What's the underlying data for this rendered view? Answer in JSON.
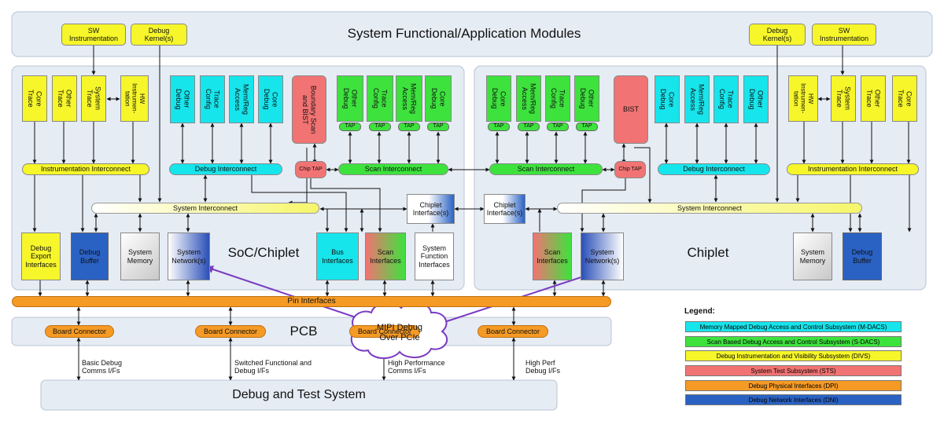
{
  "top": {
    "system_modules": "System Functional/Application Modules",
    "sw_instrumentation_left": "SW\nInstrumentation",
    "debug_kernel_left": "Debug\nKernel(s)",
    "debug_kernel_right": "Debug\nKernel(s)",
    "sw_instrumentation_right": "SW\nInstrumentation"
  },
  "soc": {
    "label": "SoC/Chiplet",
    "core_trace": "Core\nTrace",
    "other_trace": "Other\nTrace",
    "system_trace": "System\nTrace",
    "hw_instrumentation": "HW\nInstrumen-\ntation",
    "other_debug": "Other\nDebug",
    "trace_config": "Trace\nConfig",
    "mem_reg_access": "Mem/Reg\nAccess",
    "core_debug": "Core\nDebug",
    "boundary_scan": "Boundary Scan\nand BIST",
    "s_other_debug": "Other\nDebug",
    "s_trace_config": "Trace\nConfig",
    "s_mem_reg_access": "Mem/Reg\nAccess",
    "s_core_debug": "Core\nDebug",
    "tap": "TAP",
    "instrumentation_interconnect": "Instrumentation Interconnect",
    "debug_interconnect": "Debug Interconnect",
    "chip_tap": "Chip TAP",
    "scan_interconnect": "Scan Interconnect",
    "system_interconnect": "System Interconnect",
    "chiplet_interfaces": "Chiplet\nInterface(s)",
    "debug_export": "Debug\nExport\nInterfaces",
    "debug_buffer": "Debug\nBuffer",
    "system_memory": "System\nMemory",
    "system_network": "System\nNetwork(s)",
    "bus_interfaces": "Bus\nInterfaces",
    "scan_interfaces": "Scan\nInterfaces",
    "system_function_interfaces": "System\nFunction\nInterfaces"
  },
  "chiplet": {
    "label": "Chiplet",
    "core_debug": "Core\nDebug",
    "mem_reg_access": "Mem/Reg\nAccess",
    "trace_config": "Trace\nConfig",
    "other_debug": "Other\nDebug",
    "bist": "BIST",
    "d_core_debug": "Core\nDebug",
    "d_mem_reg_access": "Mem/Reg\nAccess",
    "d_trace_config": "Trace\nConfig",
    "d_other_debug": "Other\nDebug",
    "hw_instrumentation": "HW\nInstrumen-\ntation",
    "system_trace": "System\nTrace",
    "other_trace": "Other\nTrace",
    "core_trace": "Core\nTrace",
    "tap": "TAP",
    "scan_interconnect": "Scan Interconnect",
    "chip_tap": "Chip TAP",
    "debug_interconnect": "Debug Interconnect",
    "instrumentation_interconnect": "Instrumentation Interconnect",
    "chiplet_interfaces": "Chiplet\nInterface(s)",
    "system_interconnect": "System Interconnect",
    "scan_interfaces": "Scan\nInterfaces",
    "system_network": "System\nNetwork(s)",
    "system_memory": "System\nMemory",
    "debug_buffer": "Debug\nBuffer"
  },
  "pin_interfaces": "Pin Interfaces",
  "pcb": {
    "label": "PCB",
    "board_connector": "Board Connector"
  },
  "mipi": "MIPI Debug\nOver PCIe",
  "links": {
    "basic": "Basic Debug\nComms I/Fs",
    "switched": "Switched Functional and\nDebug I/Fs",
    "high_performance": "High Performance\nComms I/Fs",
    "high_perf": "High Perf\nDebug I/Fs"
  },
  "debug_test_system": "Debug and Test System",
  "legend": {
    "title": "Legend:",
    "items": [
      {
        "label": "Memory Mapped Debug Access and Control Subsystem (M-DACS)",
        "color": "#17e5ec"
      },
      {
        "label": "Scan Based Debug Access and Control Subsystem (S-DACS)",
        "color": "#3de23d"
      },
      {
        "label": "Debug Instrumentation and Visibility Subsystem (DIVS)",
        "color": "#f6f62a"
      },
      {
        "label": "System Test Subsystem (STS)",
        "color": "#f27373"
      },
      {
        "label": "Debug Physical Interfaces (DPI)",
        "color": "#f59a25"
      },
      {
        "label": "Debug Network Interfaces (DNI)",
        "color": "#2a62c4"
      }
    ]
  },
  "colors": {
    "cyan": "#17e5ec",
    "green": "#3de23d",
    "yellow": "#f6f62a",
    "red": "#f27373",
    "orange": "#f59a25",
    "blue": "#2a62c4",
    "panel": "#e6ecf4",
    "purple": "#7a3cc2"
  }
}
